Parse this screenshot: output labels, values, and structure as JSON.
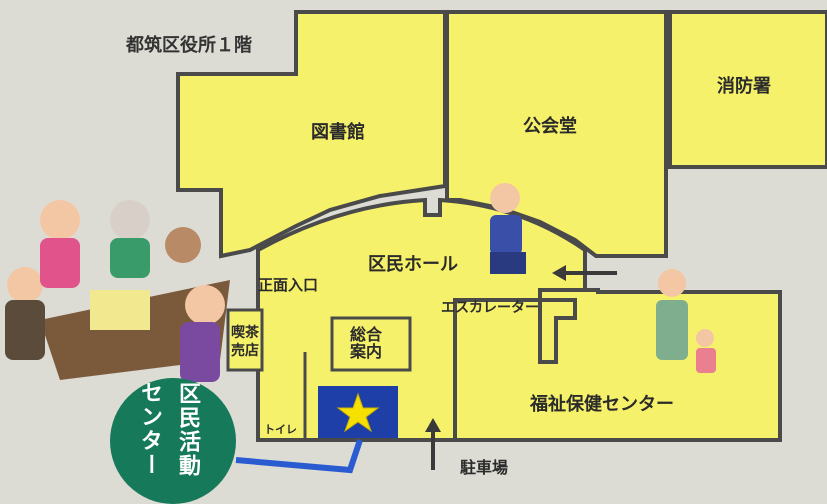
{
  "floor_title": "都筑区役所１階",
  "rooms": {
    "library": "図書館",
    "public_hall": "公会堂",
    "fire_station": "消防署",
    "kumin_hall": "区民ホール",
    "main_entrance": "正面入口",
    "escalator": "エスカレーター",
    "information": "総合案内",
    "cafe_shop": "喫茶売店",
    "welfare_center": "福祉保健センター",
    "toilet": "トイレ",
    "parking": "駐車場"
  },
  "center_badge": {
    "line1": "区民活動",
    "line2": "センター"
  },
  "colors": {
    "room_fill": "#f6f16a",
    "wall": "#4a4a4a",
    "badge": "#167a5a",
    "star_box": "#1f3fa8",
    "star": "#f6e000",
    "route_line": "#2a5bd0",
    "arrow": "#3a3a3a"
  }
}
